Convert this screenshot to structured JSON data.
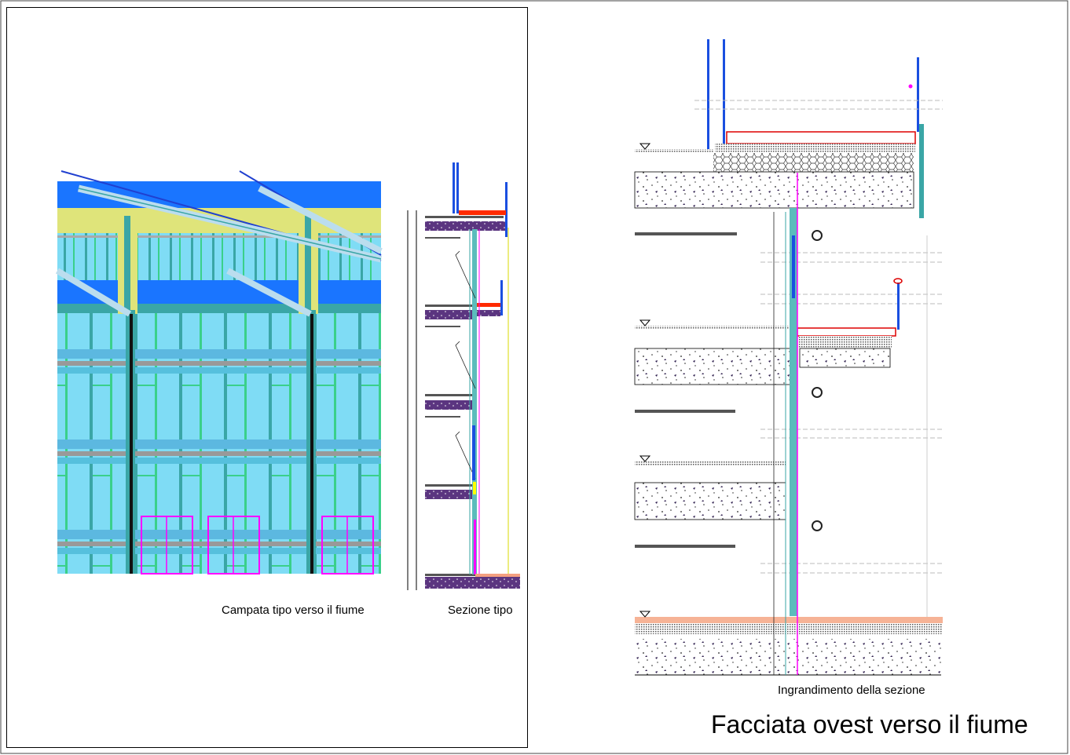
{
  "captions": {
    "elevation": "Campata tipo verso il fiume",
    "section": "Sezione tipo",
    "detail": "Ingrandimento della sezione",
    "title": "Facciata ovest verso il fiume"
  },
  "colors": {
    "sky_blue": "#1a75ff",
    "yellow": "#dfe47a",
    "glass": "#7fdcf5",
    "teal": "#3aa6a6",
    "magenta": "#ff00ff",
    "red": "#ff2a00",
    "purple": "#6a3f8f"
  }
}
